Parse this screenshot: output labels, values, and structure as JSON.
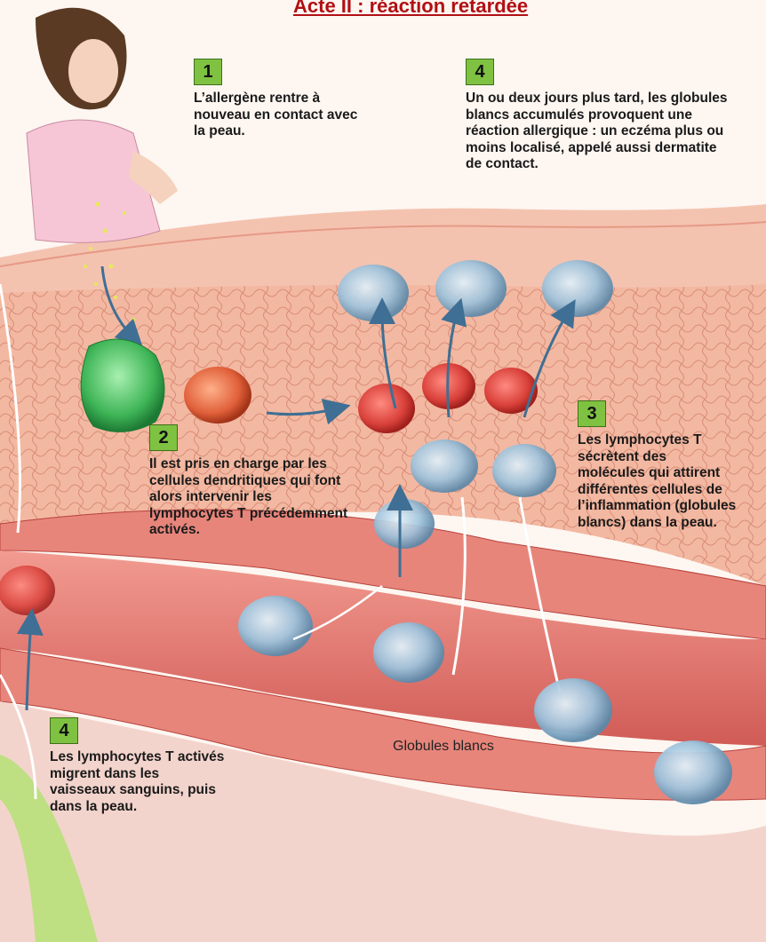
{
  "title": "Acte II : réaction retardée",
  "steps": [
    {
      "number": "1",
      "text": "L’allergène rentre à nouveau en contact avec la peau."
    },
    {
      "number": "2",
      "text": "Il est pris en charge par les cellules dendritiques qui font alors intervenir les lymphocytes T précédemment activés."
    },
    {
      "number": "3",
      "text": "Les lymphocytes T sécrètent des molécules qui attirent différentes cellules de l’inflammation (globules blancs) dans la peau."
    },
    {
      "number": "4",
      "text": "Un ou deux jours plus tard, les globules blancs accumulés provoquent une réaction allergique : un eczéma plus ou moins localisé, appelé aussi dermatite de contact."
    },
    {
      "number": "4",
      "text": "Les lymphocytes T activés migrent dans les vaisseaux sanguins, puis dans la peau."
    }
  ],
  "labels": {
    "white_cells": "Globules blancs"
  },
  "colors": {
    "title": "#b10f14",
    "badge": "#7fc242",
    "skin": "#f2b7a3",
    "vessel": "#d9534f",
    "white_cell": "#9fc3dc",
    "dendritic": "#d9413a",
    "allergen": "#4fbf5a"
  }
}
